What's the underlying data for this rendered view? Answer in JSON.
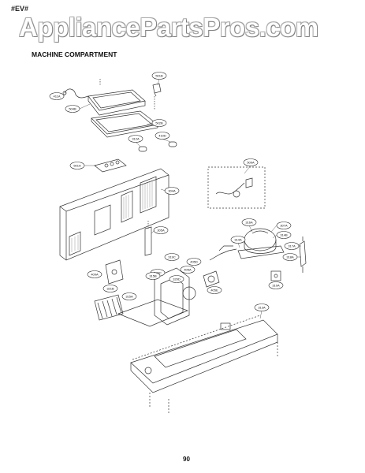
{
  "header": {
    "corner_tag": "#EV#",
    "watermark": "AppliancePartsPros.com"
  },
  "section": {
    "title": "MACHINE COMPARTMENT"
  },
  "footer": {
    "page_number": "90"
  },
  "callouts": [
    {
      "id": "c501b",
      "text": "501B"
    },
    {
      "id": "c411a",
      "text": "411A"
    },
    {
      "id": "c504b",
      "text": "504B"
    },
    {
      "id": "c502b",
      "text": "502B"
    },
    {
      "id": "c312a",
      "text": "312A"
    },
    {
      "id": "c410d",
      "text": "410D"
    },
    {
      "id": "c501a",
      "text": "501A"
    },
    {
      "id": "c304a",
      "text": "304A"
    },
    {
      "id": "c509a",
      "text": "509A"
    },
    {
      "id": "c305a",
      "text": "305A"
    },
    {
      "id": "c316a",
      "text": "316A"
    },
    {
      "id": "c307a",
      "text": "307A"
    },
    {
      "id": "c314a",
      "text": "314A"
    },
    {
      "id": "c314b",
      "text": "314B"
    },
    {
      "id": "c317a",
      "text": "317A"
    },
    {
      "id": "c318a",
      "text": "318A"
    },
    {
      "id": "c319c",
      "text": "319C"
    },
    {
      "id": "c405d",
      "text": "405D"
    },
    {
      "id": "c405a",
      "text": "405A"
    },
    {
      "id": "c329c",
      "text": "329C"
    },
    {
      "id": "c329d",
      "text": "329D"
    },
    {
      "id": "c409a",
      "text": "409A"
    },
    {
      "id": "c405e",
      "text": "405E"
    },
    {
      "id": "c315a",
      "text": "315A"
    },
    {
      "id": "c310a",
      "text": "310A"
    },
    {
      "id": "c321b",
      "text": "321B"
    },
    {
      "id": "c315b",
      "text": "315B"
    },
    {
      "id": "c313a",
      "text": "313A"
    }
  ]
}
